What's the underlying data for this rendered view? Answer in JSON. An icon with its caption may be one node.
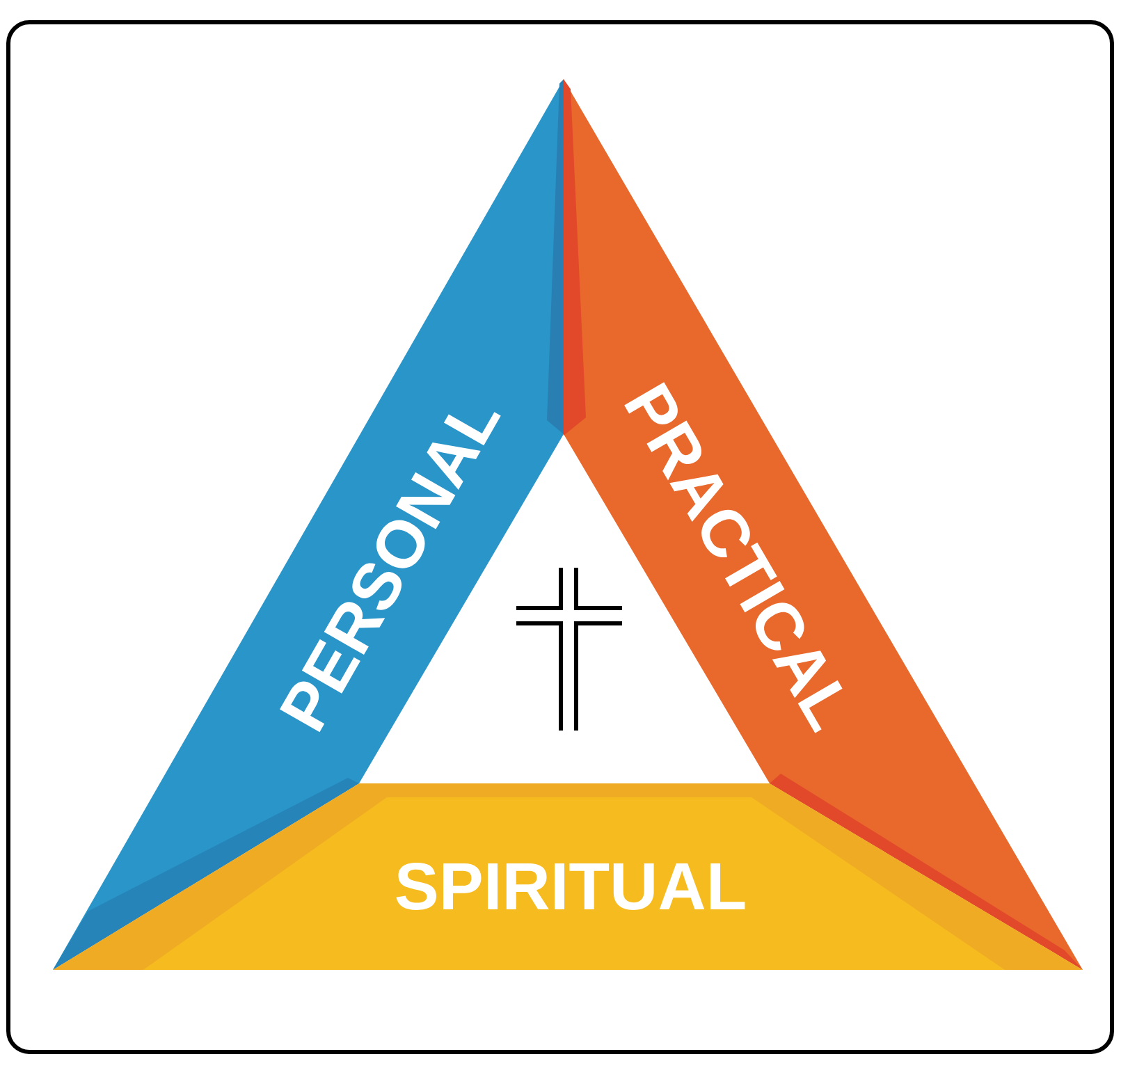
{
  "diagram": {
    "nodes": [
      {
        "text": [
          "PERSONAL"
        ]
      },
      {
        "text": [
          "PRACTICAL"
        ]
      },
      {
        "text": [
          "SPIRITUAL"
        ]
      }
    ]
  }
}
